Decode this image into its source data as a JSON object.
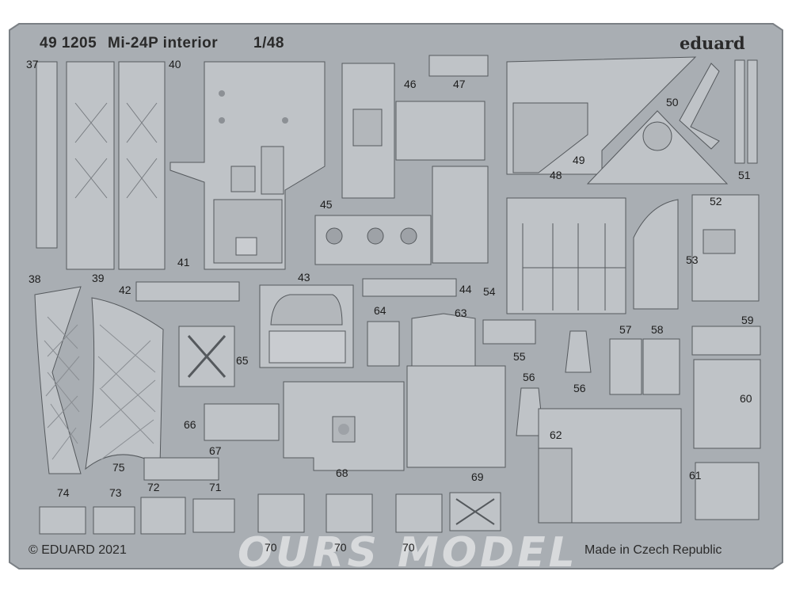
{
  "header": {
    "code": "49 1205",
    "name": "Mi-24P interior",
    "scale": "1/48",
    "brand": "eduard"
  },
  "footer": {
    "copyright": "© EDUARD 2021",
    "origin": "Made in Czech Republic"
  },
  "watermark": "OURS MODEL",
  "part_numbers": [
    "37",
    "38",
    "39",
    "40",
    "41",
    "42",
    "43",
    "44",
    "45",
    "46",
    "47",
    "48",
    "49",
    "50",
    "51",
    "52",
    "53",
    "54",
    "55",
    "56",
    "56",
    "57",
    "58",
    "59",
    "60",
    "61",
    "62",
    "63",
    "64",
    "65",
    "66",
    "67",
    "68",
    "69",
    "70",
    "70",
    "70",
    "71",
    "72",
    "73",
    "74",
    "75"
  ],
  "colors": {
    "fret": "#a9aeb3",
    "fret_edge": "#7b8085",
    "part": "#bfc3c7",
    "line": "#55595d",
    "text": "#2a2a2a"
  }
}
